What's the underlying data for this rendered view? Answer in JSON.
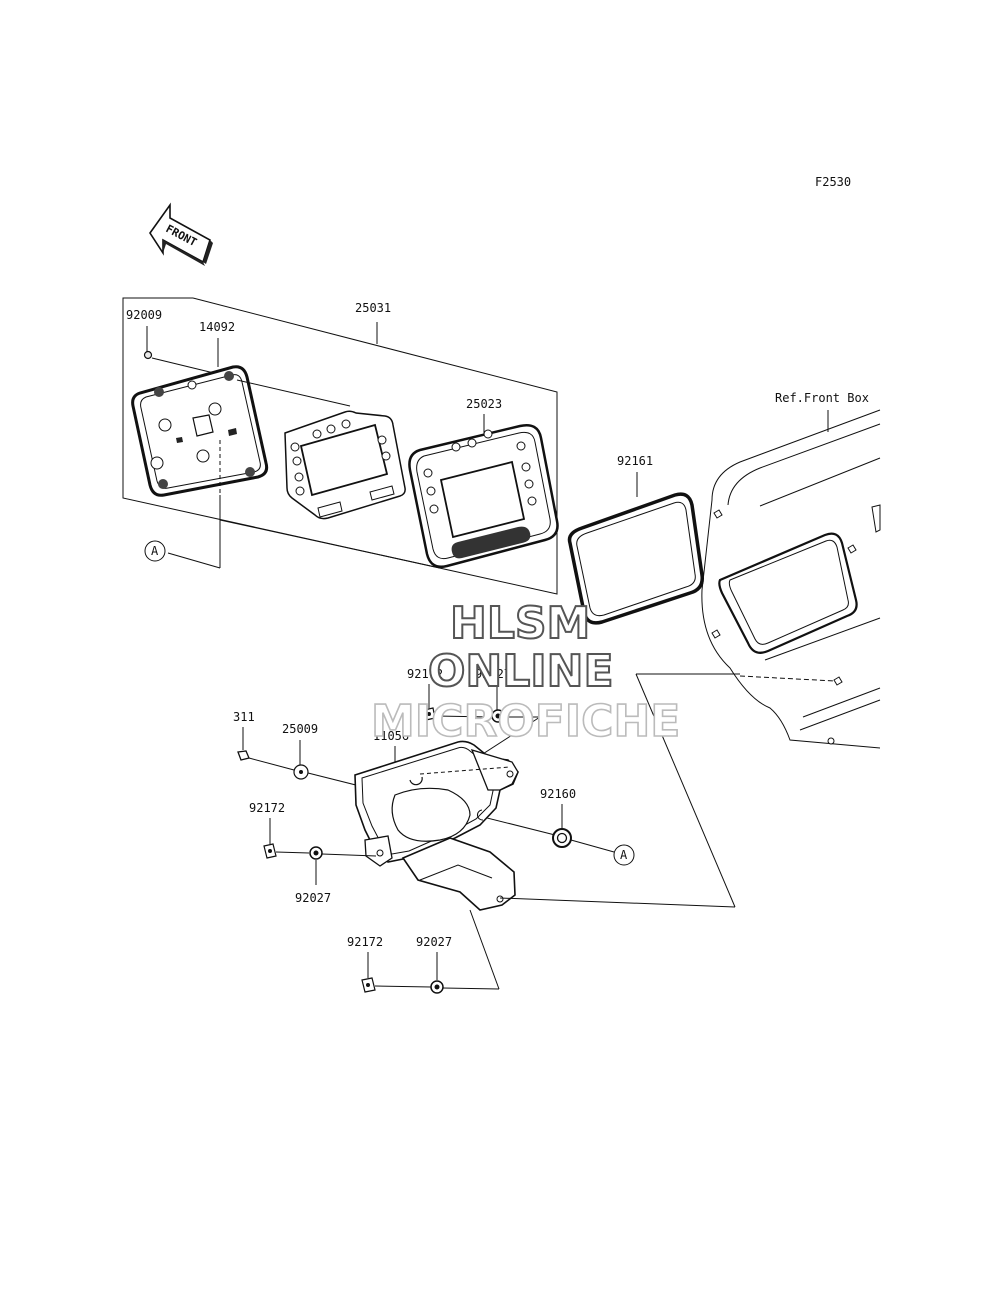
{
  "figure": {
    "code": "F2530",
    "front_label": "FRONT",
    "reference_text": "Ref.Front Box",
    "callout_letter": "A"
  },
  "parts": [
    {
      "number": "25031"
    },
    {
      "number": "92009"
    },
    {
      "number": "14092"
    },
    {
      "number": "25023"
    },
    {
      "number": "92161"
    },
    {
      "number": "92172"
    },
    {
      "number": "92027"
    },
    {
      "number": "311"
    },
    {
      "number": "25009"
    },
    {
      "number": "11056"
    },
    {
      "number": "92160"
    },
    {
      "number": "92172"
    },
    {
      "number": "92027"
    },
    {
      "number": "92172"
    },
    {
      "number": "92027"
    }
  ],
  "watermark": {
    "line1": "HLSM",
    "line2": "ONLINE",
    "line3": "MICROFICHE"
  },
  "colors": {
    "ink": "#111111",
    "watermark_outline": "#555555",
    "watermark_faint": "#bbbbbb"
  }
}
